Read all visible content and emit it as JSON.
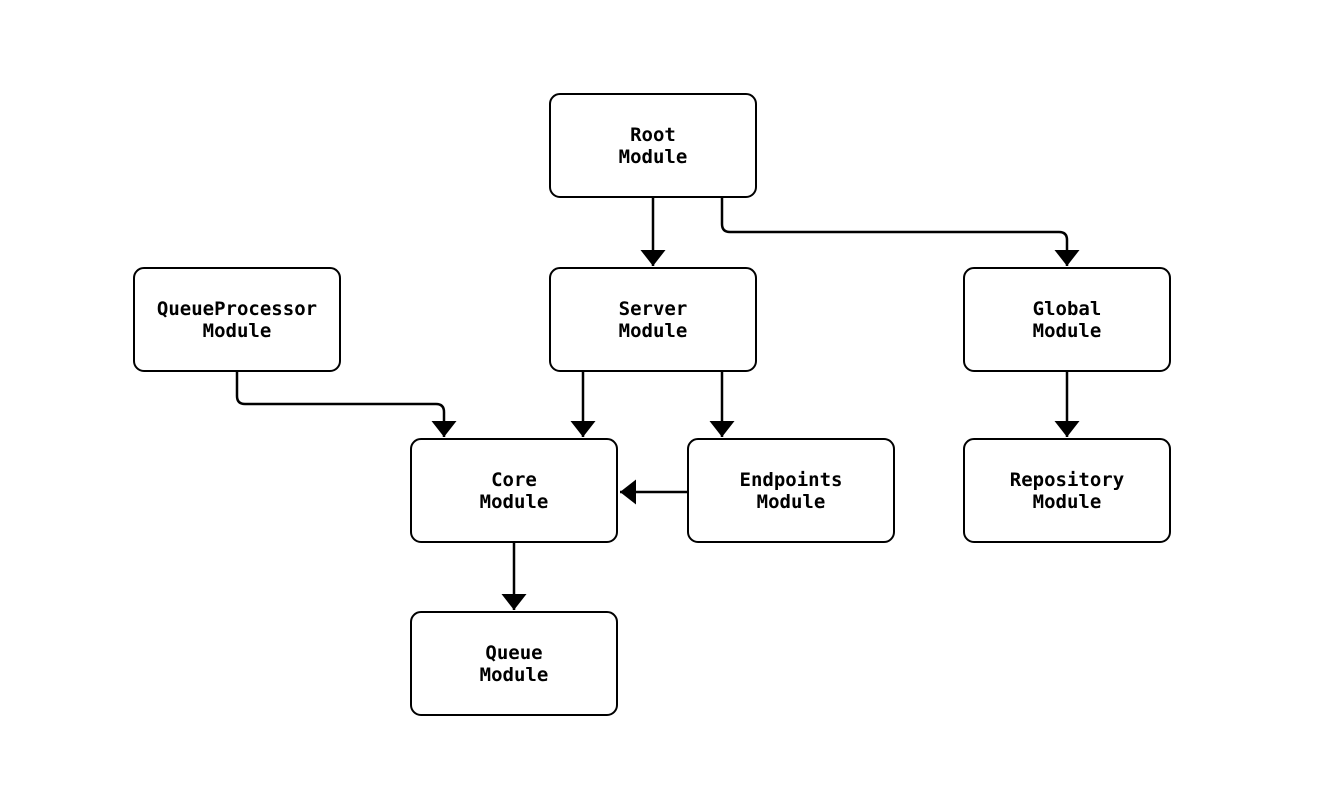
{
  "diagram": {
    "type": "flowchart",
    "background_color": "#ffffff",
    "node_fill_color": "#ffffff",
    "node_border_color": "#000000",
    "edge_color": "#000000",
    "text_color": "#000000",
    "nodes": [
      {
        "id": "root",
        "label": "Root\nModule"
      },
      {
        "id": "queueProcessor",
        "label": "QueueProcessor\nModule"
      },
      {
        "id": "server",
        "label": "Server\nModule"
      },
      {
        "id": "global",
        "label": "Global\nModule"
      },
      {
        "id": "core",
        "label": "Core\nModule"
      },
      {
        "id": "endpoints",
        "label": "Endpoints\nModule"
      },
      {
        "id": "repository",
        "label": "Repository\nModule"
      },
      {
        "id": "queue",
        "label": "Queue\nModule"
      }
    ],
    "edges": [
      {
        "from": "Root Module",
        "to": "Server Module"
      },
      {
        "from": "Root Module",
        "to": "Global Module"
      },
      {
        "from": "QueueProcessor Module",
        "to": "Core Module"
      },
      {
        "from": "Server Module",
        "to": "Core Module"
      },
      {
        "from": "Server Module",
        "to": "Endpoints Module"
      },
      {
        "from": "Endpoints Module",
        "to": "Core Module"
      },
      {
        "from": "Global Module",
        "to": "Repository Module"
      },
      {
        "from": "Core Module",
        "to": "Queue Module"
      }
    ]
  }
}
